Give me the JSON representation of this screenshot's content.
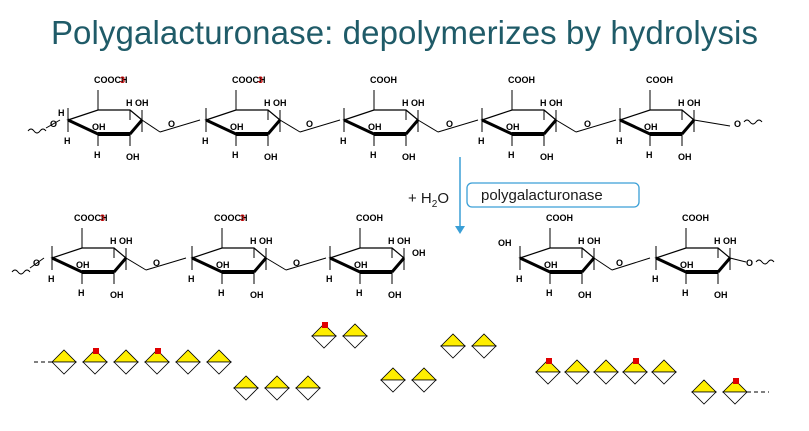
{
  "title": "Polygalacturonase: depolymerizes by hydrolysis",
  "reaction": {
    "water_prefix": "+ H",
    "water_sub": "2",
    "water_suffix": "O",
    "enzyme": "polygalacturonase"
  },
  "atoms": {
    "cooch3_a": "COOCH",
    "cooch3_b": "3",
    "cooh": "COOH",
    "oh": "OH",
    "h": "H",
    "o": "O"
  },
  "colors": {
    "title": "#1f5b68",
    "arrow": "#3a9fd6",
    "enzyme_box": "#3a9fd6",
    "methyl": "#c00000",
    "sugar_fill": "#ffee00",
    "methyl_mark": "#e00000"
  }
}
